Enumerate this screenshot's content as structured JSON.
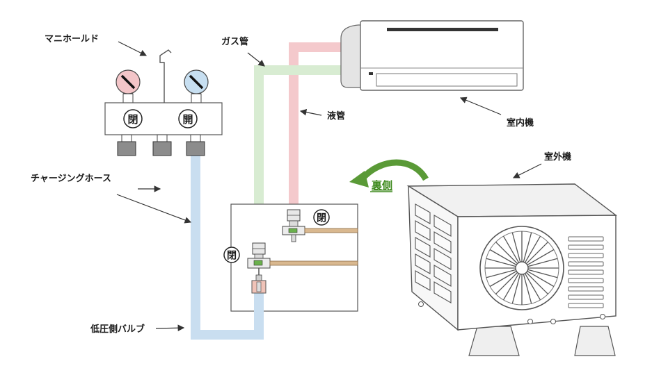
{
  "labels": {
    "manifold": "マニホールド",
    "gas_pipe": "ガス管",
    "liquid_pipe": "液管",
    "indoor_unit": "室内機",
    "outdoor_unit": "室外機",
    "back_side": "裏側",
    "charging_hose": "チャージングホース",
    "low_pressure_valve": "低圧側バルブ"
  },
  "valves": {
    "manifold_left": "閉",
    "manifold_right": "開",
    "liquid_service_valve": "閉",
    "gas_service_valve": "閉"
  },
  "colors": {
    "gas_pipe": "#d8ecd2",
    "liquid_pipe": "#f4c9cc",
    "charging_hose": "#c9def0",
    "low_gauge": "#c7dff1",
    "high_gauge": "#f3c5c8",
    "arrow_green": "#5a9a37",
    "back_side_text": "#3e8a1e"
  }
}
